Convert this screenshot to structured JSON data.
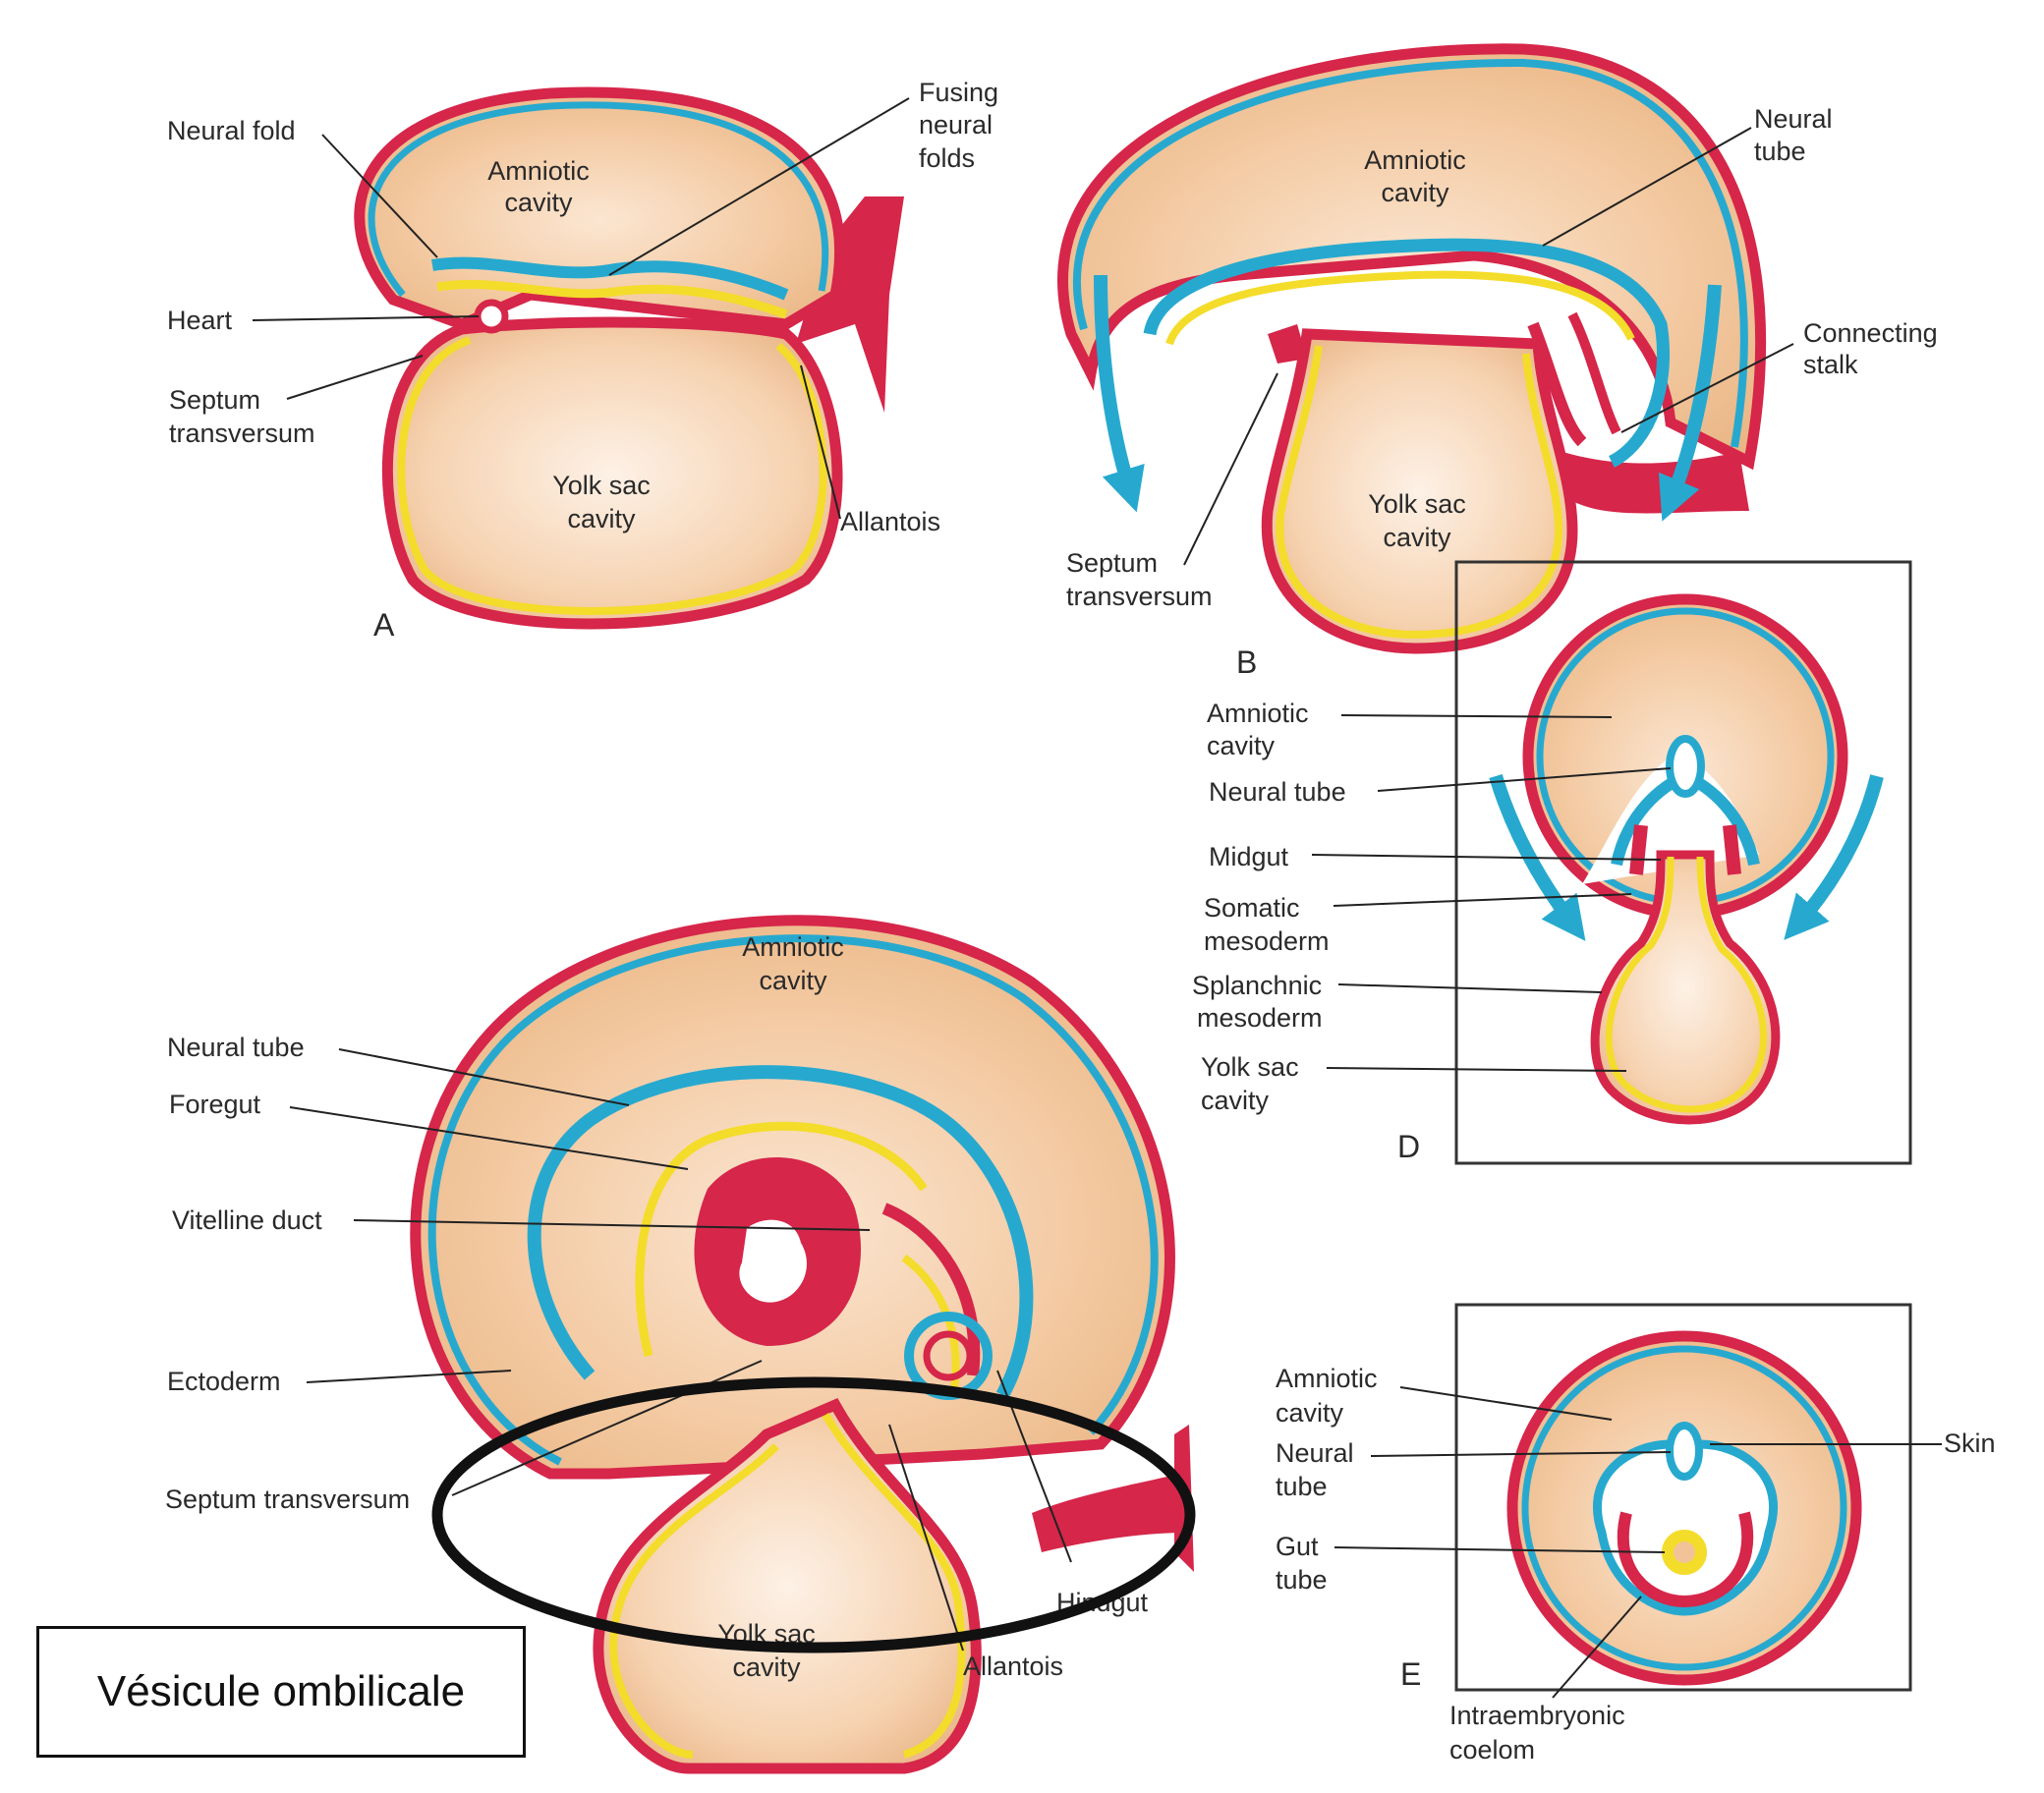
{
  "colors": {
    "ectoderm": "#27a9cf",
    "mesoderm": "#d6264a",
    "endoderm": "#f4dc2a",
    "cavity_fill": "#f2c398",
    "cavity_highlight": "#fdf1e6"
  },
  "panels": {
    "A": {
      "letter": "A",
      "neural_fold": "Neural fold",
      "amniotic_cavity": [
        "Amniotic",
        "cavity"
      ],
      "fusing_neural_folds": [
        "Fusing",
        "neural",
        "folds"
      ],
      "heart": "Heart",
      "septum_transversum": [
        "Septum",
        "transversum"
      ],
      "yolk_sac_cavity": [
        "Yolk sac",
        "cavity"
      ],
      "allantois": "Allantois"
    },
    "B": {
      "letter": "B",
      "amniotic_cavity": [
        "Amniotic",
        "cavity"
      ],
      "neural_tube": [
        "Neural",
        "tube"
      ],
      "connecting_stalk": [
        "Connecting",
        "stalk"
      ],
      "yolk_sac_cavity": [
        "Yolk sac",
        "cavity"
      ],
      "septum_transversum": [
        "Septum",
        "transversum"
      ]
    },
    "C": {
      "amniotic_cavity": [
        "Amniotic",
        "cavity"
      ],
      "neural_tube": "Neural tube",
      "foregut": "Foregut",
      "vitelline_duct": "Vitelline duct",
      "ectoderm": "Ectoderm",
      "septum_transversum": "Septum transversum",
      "yolk_sac_cavity": [
        "Yolk sac",
        "cavity"
      ],
      "hindgut": "Hindgut",
      "allantois": "Allantois"
    },
    "D": {
      "letter": "D",
      "amniotic_cavity": [
        "Amniotic",
        "cavity"
      ],
      "neural_tube": "Neural tube",
      "midgut": "Midgut",
      "somatic_mesoderm": [
        "Somatic",
        "mesoderm"
      ],
      "splanchnic_mesoderm": [
        "Splanchnic",
        "mesoderm"
      ],
      "yolk_sac_cavity": [
        "Yolk sac",
        "cavity"
      ]
    },
    "E": {
      "letter": "E",
      "amniotic_cavity": [
        "Amniotic",
        "cavity"
      ],
      "neural_tube": [
        "Neural",
        "tube"
      ],
      "skin": "Skin",
      "gut_tube": [
        "Gut",
        "tube"
      ],
      "intraembryonic_coelom": [
        "Intraembryonic",
        "coelom"
      ]
    }
  },
  "caption": "Vésicule ombilicale"
}
